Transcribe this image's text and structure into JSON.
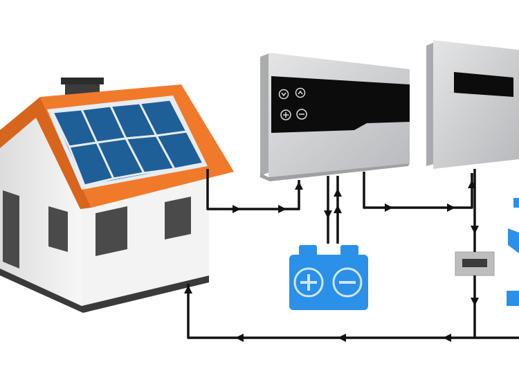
{
  "colors": {
    "roof": "#f07a2a",
    "roof_dark": "#d8651c",
    "panel": "#1f5f97",
    "panel_frame": "#dfe6ee",
    "wall": "#f2f2f2",
    "wall_shade": "#d7d7d7",
    "window": "#4a4a4a",
    "chimney": "#3b3b3b",
    "device_body": "#c9cbce",
    "device_side": "#a9abae",
    "display": "#0c0c0c",
    "battery": "#2b90e8",
    "battery_dark": "#1d73c2",
    "wire": "#111111",
    "meter": "#bdbdbd",
    "grid_blue": "#2b90e8"
  },
  "icons": {
    "up_button": "chevron-up",
    "down_button": "chevron-down",
    "plus_button": "plus",
    "minus_button": "minus",
    "battery_positive": "plus",
    "battery_negative": "minus"
  }
}
